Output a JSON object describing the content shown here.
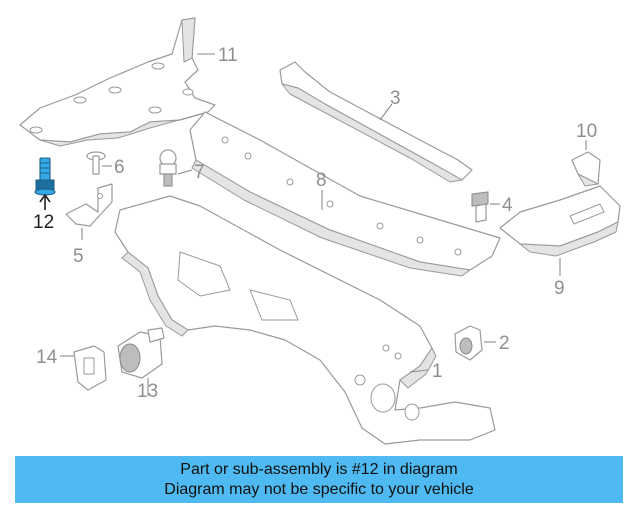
{
  "diagram": {
    "callouts": [
      {
        "id": "1",
        "label": "1"
      },
      {
        "id": "2",
        "label": "2"
      },
      {
        "id": "3",
        "label": "3"
      },
      {
        "id": "4",
        "label": "4"
      },
      {
        "id": "5",
        "label": "5"
      },
      {
        "id": "6",
        "label": "6"
      },
      {
        "id": "7",
        "label": "7"
      },
      {
        "id": "8",
        "label": "8"
      },
      {
        "id": "9",
        "label": "9"
      },
      {
        "id": "10",
        "label": "10"
      },
      {
        "id": "11",
        "label": "11"
      },
      {
        "id": "12",
        "label": "12"
      },
      {
        "id": "13",
        "label": "13"
      },
      {
        "id": "14",
        "label": "14"
      }
    ],
    "highlighted_part": "12",
    "highlight_color": "#35a9e8"
  },
  "banner": {
    "line1": "Part or sub-assembly is #12 in diagram",
    "line2": "Diagram may not be specific to your vehicle",
    "background": "#4fb9f1"
  }
}
